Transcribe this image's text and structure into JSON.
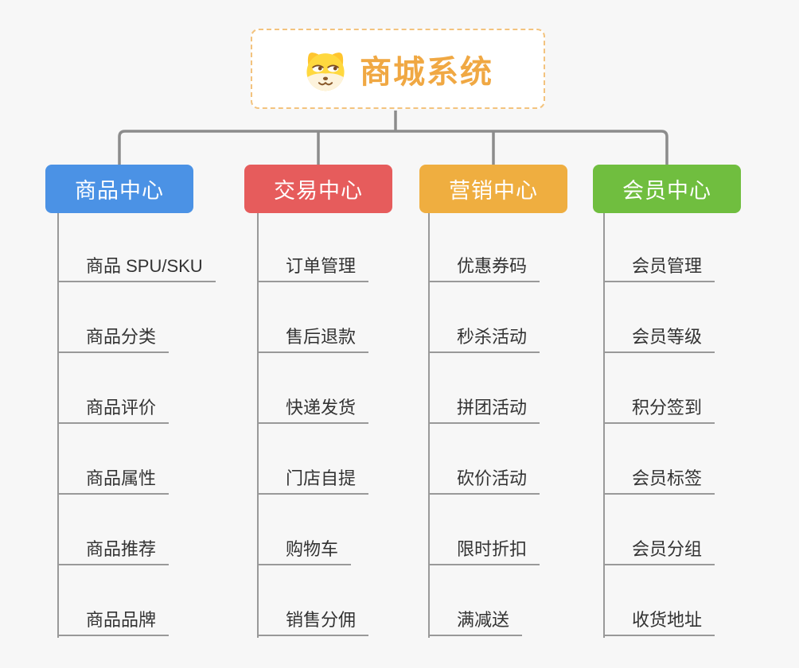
{
  "root": {
    "title": "商城系统",
    "icon": "shiba-dog-icon",
    "title_color": "#f0a843",
    "border_color": "#f3c37e"
  },
  "connector_color": "#8c8c8c",
  "leaf_line_color": "#999999",
  "background_color": "#f7f7f7",
  "branches": [
    {
      "label": "商品中心",
      "color": "#4b92e5",
      "items": [
        "商品 SPU/SKU",
        "商品分类",
        "商品评价",
        "商品属性",
        "商品推荐",
        "商品品牌"
      ]
    },
    {
      "label": "交易中心",
      "color": "#e65c5c",
      "items": [
        "订单管理",
        "售后退款",
        "快递发货",
        "门店自提",
        "购物车",
        "销售分佣"
      ]
    },
    {
      "label": "营销中心",
      "color": "#efae40",
      "items": [
        "优惠券码",
        "秒杀活动",
        "拼团活动",
        "砍价活动",
        "限时折扣",
        "满减送"
      ]
    },
    {
      "label": "会员中心",
      "color": "#70be3f",
      "items": [
        "会员管理",
        "会员等级",
        "积分签到",
        "会员标签",
        "会员分组",
        "收货地址"
      ]
    }
  ]
}
